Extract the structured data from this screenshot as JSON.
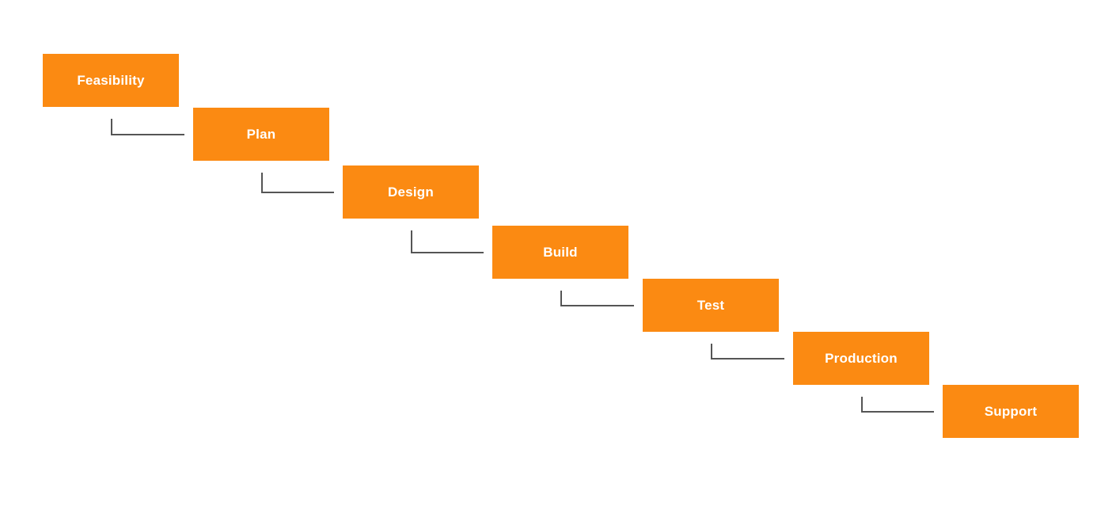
{
  "diagram": {
    "type": "waterfall-process-flow",
    "phases": [
      {
        "label": "Feasibility"
      },
      {
        "label": "Plan"
      },
      {
        "label": "Design"
      },
      {
        "label": "Build"
      },
      {
        "label": "Test"
      },
      {
        "label": "Production"
      },
      {
        "label": "Support"
      }
    ],
    "connections": [
      {
        "from": "Feasibility",
        "to": "Plan"
      },
      {
        "from": "Plan",
        "to": "Design"
      },
      {
        "from": "Design",
        "to": "Build"
      },
      {
        "from": "Build",
        "to": "Test"
      },
      {
        "from": "Test",
        "to": "Production"
      },
      {
        "from": "Production",
        "to": "Support"
      }
    ],
    "colors": {
      "box_fill": "#fb8a12",
      "box_text": "#ffffff",
      "connector": "#555555",
      "background": "#ffffff"
    }
  }
}
